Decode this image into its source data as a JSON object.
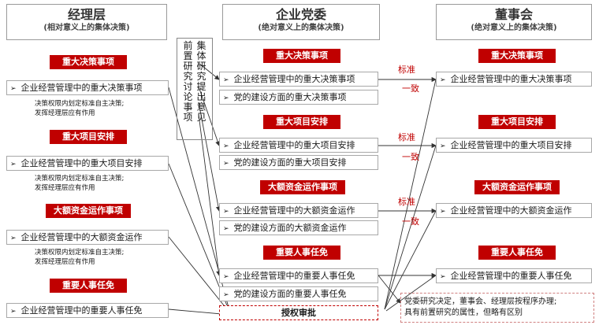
{
  "manager": {
    "title": "经理层",
    "subtitle": "(相对意义上的集体决策)",
    "groups": [
      {
        "header": "重大决策事项",
        "item": "企业经营管理中的重大决策事项",
        "note1": "决策权限内划定标准自主决策;",
        "note2": "发挥经理层应有作用"
      },
      {
        "header": "重大项目安排",
        "item": "企业经营管理中的重大项目安排",
        "note1": "决策权限内划定标准自主决策;",
        "note2": "发挥经理层应有作用"
      },
      {
        "header": "大额资金运作事项",
        "item": "企业经营管理中的大额资金运作",
        "note1": "决策权限内划定标准自主决策;",
        "note2": "发挥经理层应有作用"
      },
      {
        "header": "重要人事任免",
        "item": "企业经营管理中的重要人事任免"
      }
    ]
  },
  "party": {
    "title": "企业党委",
    "subtitle": "(绝对意义上的集体决策)",
    "groups": [
      {
        "header": "重大决策事项",
        "item1": "企业经营管理中的重大决策事项",
        "item2": "党的建设方面的重大决策事项"
      },
      {
        "header": "重大项目安排",
        "item1": "企业经营管理中的重大项目安排",
        "item2": "党的建设方面的重大项目安排"
      },
      {
        "header": "大额资金运作事项",
        "item1": "企业经营管理中的大额资金运作",
        "item2": "党的建设方面的大额资金运作"
      },
      {
        "header": "重要人事任免",
        "item1": "企业经营管理中的重要人事任免",
        "item2": "党的建设方面的重要人事任免"
      }
    ],
    "authorization": "授权审批"
  },
  "board": {
    "title": "董事会",
    "subtitle": "(绝对意义上的集体决策)",
    "groups": [
      {
        "header": "重大决策事项",
        "item": "企业经营管理中的重大决策事项"
      },
      {
        "header": "重大项目安排",
        "item": "企业经营管理中的重大项目安排"
      },
      {
        "header": "大额资金运作事项",
        "item": "企业经营管理中的大额资金运作"
      },
      {
        "header": "重要人事任免",
        "item": "企业经营管理中的重要人事任免"
      }
    ]
  },
  "vertical_left": [
    "前置研究讨论事项"
  ],
  "vertical_right": [
    "集体研究提出意见"
  ],
  "consistency": {
    "label1": "标准",
    "label2": "一致"
  },
  "bottom_note": {
    "line1": "党委研究决定，董事会、经理层按程序办理;",
    "line2": "具有前置研究的属性，但略有区别"
  },
  "bullet": "➢",
  "colors": {
    "red": "#c00000",
    "border": "#a8a8a8"
  }
}
